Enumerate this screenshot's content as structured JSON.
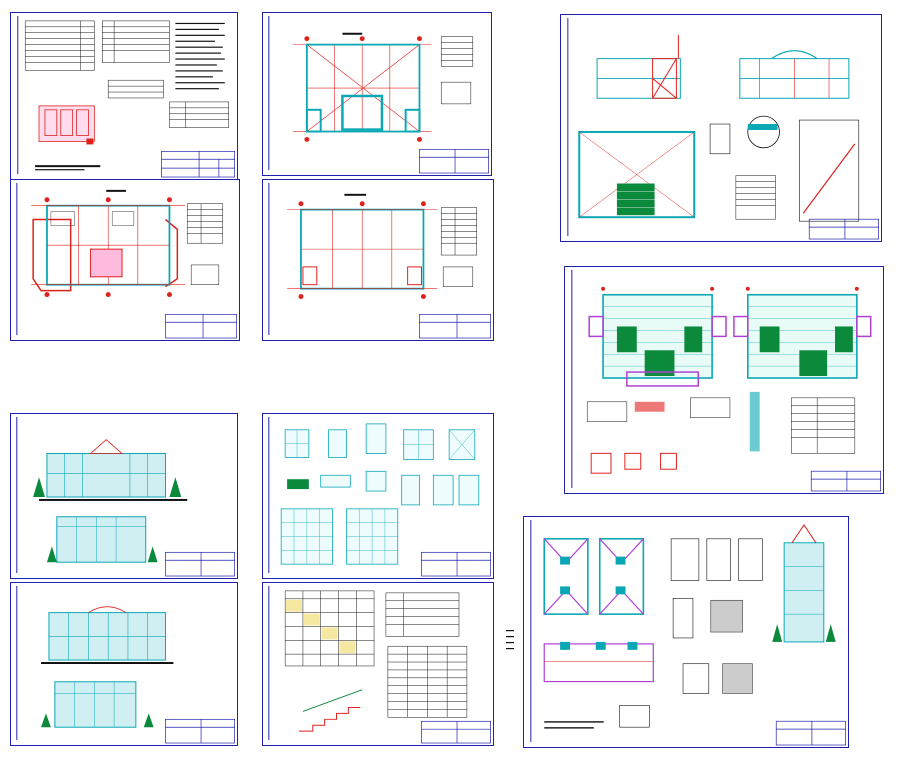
{
  "sheets": [
    {
      "id": "sheet-1",
      "content": "title-and-site-plan"
    },
    {
      "id": "sheet-2",
      "content": "floor-plan"
    },
    {
      "id": "sheet-3",
      "content": "floor-plan"
    },
    {
      "id": "sheet-4",
      "content": "floor-plan"
    },
    {
      "id": "sheet-5",
      "content": "sections-and-nodes"
    },
    {
      "id": "sheet-6",
      "content": "roof-and-floor-plans"
    },
    {
      "id": "sheet-7",
      "content": "elevations"
    },
    {
      "id": "sheet-8",
      "content": "window-door-details"
    },
    {
      "id": "sheet-9",
      "content": "elevations"
    },
    {
      "id": "sheet-10",
      "content": "tables-and-stair"
    },
    {
      "id": "sheet-11",
      "content": "construction-nodes"
    }
  ],
  "colors": {
    "frame": "#1f1fb0",
    "plan_red": "#e0201c",
    "plan_cyan": "#0aa7b5",
    "plan_green": "#0c8a3c",
    "plan_magenta": "#b13fd6",
    "text_black": "#111111"
  }
}
